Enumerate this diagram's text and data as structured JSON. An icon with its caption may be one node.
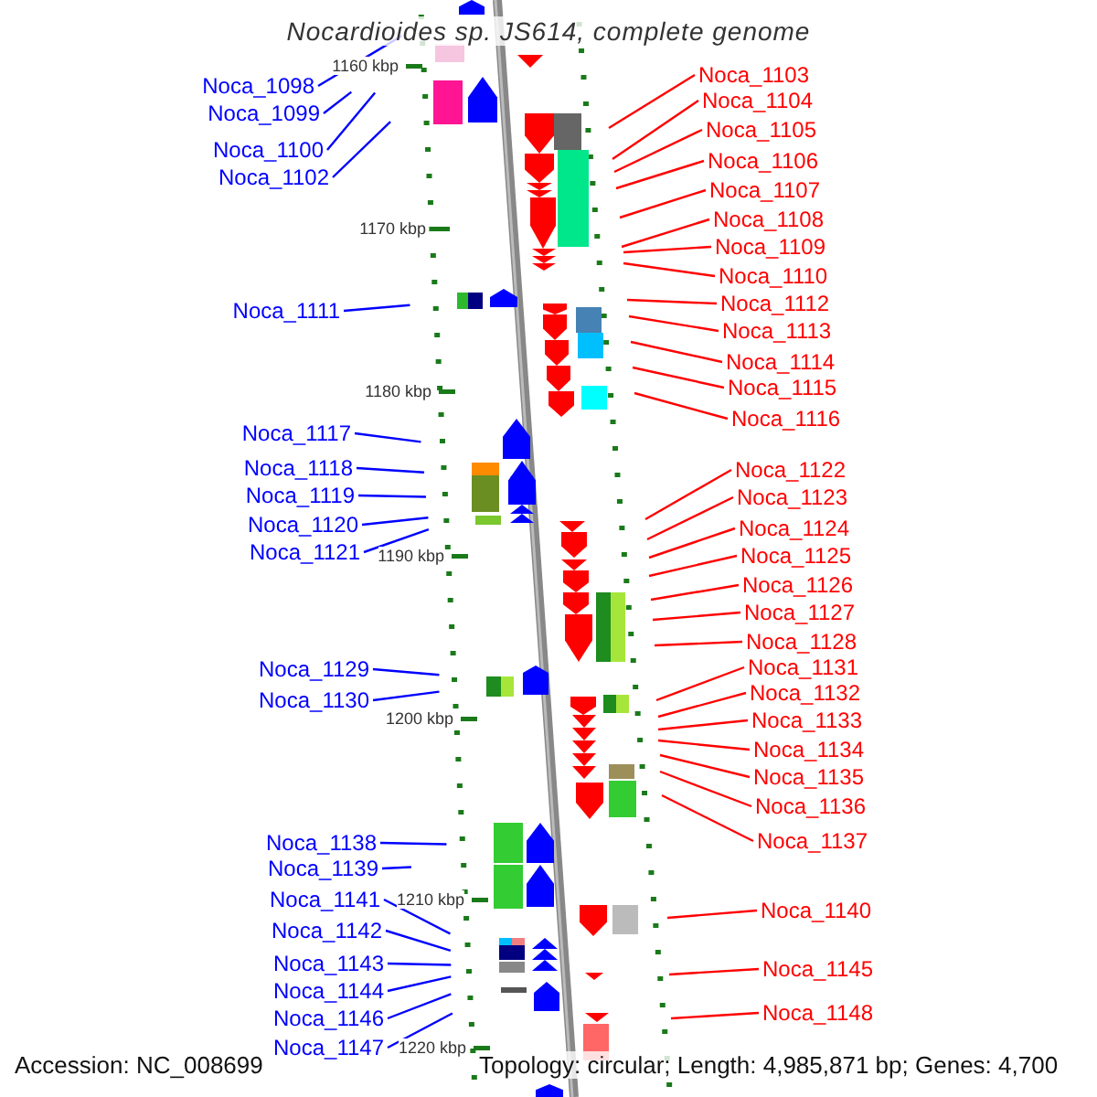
{
  "diagram": {
    "title": "Nocardioides sp. JS614, complete genome",
    "nodes": [
      {
        "text": [
          "Noca_1098"
        ]
      },
      {
        "text": [
          "Noca_1099"
        ]
      },
      {
        "text": [
          "Noca_1100"
        ]
      },
      {
        "text": [
          "Noca_1102"
        ]
      },
      {
        "text": [
          "Noca_1111"
        ]
      },
      {
        "text": [
          "Noca_1117"
        ]
      },
      {
        "text": [
          "Noca_1118"
        ]
      },
      {
        "text": [
          "Noca_1119"
        ]
      },
      {
        "text": [
          "Noca_1120"
        ]
      },
      {
        "text": [
          "Noca_1121"
        ]
      },
      {
        "text": [
          "Noca_1129"
        ]
      },
      {
        "text": [
          "Noca_1130"
        ]
      },
      {
        "text": [
          "Noca_1138"
        ]
      },
      {
        "text": [
          "Noca_1139"
        ]
      },
      {
        "text": [
          "Noca_1141"
        ]
      },
      {
        "text": [
          "Noca_1142"
        ]
      },
      {
        "text": [
          "Noca_1143"
        ]
      },
      {
        "text": [
          "Noca_1144"
        ]
      },
      {
        "text": [
          "Noca_1146"
        ]
      },
      {
        "text": [
          "Noca_1147"
        ]
      },
      {
        "text": [
          "Noca_1103"
        ]
      },
      {
        "text": [
          "Noca_1104"
        ]
      },
      {
        "text": [
          "Noca_1105"
        ]
      },
      {
        "text": [
          "Noca_1106"
        ]
      },
      {
        "text": [
          "Noca_1107"
        ]
      },
      {
        "text": [
          "Noca_1108"
        ]
      },
      {
        "text": [
          "Noca_1109"
        ]
      },
      {
        "text": [
          "Noca_1110"
        ]
      },
      {
        "text": [
          "Noca_1112"
        ]
      },
      {
        "text": [
          "Noca_1113"
        ]
      },
      {
        "text": [
          "Noca_1114"
        ]
      },
      {
        "text": [
          "Noca_1115"
        ]
      },
      {
        "text": [
          "Noca_1116"
        ]
      },
      {
        "text": [
          "Noca_1122"
        ]
      },
      {
        "text": [
          "Noca_1123"
        ]
      },
      {
        "text": [
          "Noca_1124"
        ]
      },
      {
        "text": [
          "Noca_1125"
        ]
      },
      {
        "text": [
          "Noca_1126"
        ]
      },
      {
        "text": [
          "Noca_1127"
        ]
      },
      {
        "text": [
          "Noca_1128"
        ]
      },
      {
        "text": [
          "Noca_1131"
        ]
      },
      {
        "text": [
          "Noca_1132"
        ]
      },
      {
        "text": [
          "Noca_1133"
        ]
      },
      {
        "text": [
          "Noca_1134"
        ]
      },
      {
        "text": [
          "Noca_1135"
        ]
      },
      {
        "text": [
          "Noca_1136"
        ]
      },
      {
        "text": [
          "Noca_1137"
        ]
      },
      {
        "text": [
          "Noca_1140"
        ]
      },
      {
        "text": [
          "Noca_1145"
        ]
      },
      {
        "text": [
          "Noca_1148"
        ]
      }
    ],
    "edges": [
      {
        "from": 0,
        "to": null,
        "arrow": "none",
        "color": "#0000ff"
      },
      {
        "from": 1,
        "to": null,
        "arrow": "none",
        "color": "#0000ff"
      },
      {
        "from": 2,
        "to": null,
        "arrow": "none",
        "color": "#0000ff"
      },
      {
        "from": 3,
        "to": null,
        "arrow": "none",
        "color": "#0000ff"
      },
      {
        "from": 4,
        "to": null,
        "arrow": "none",
        "color": "#0000ff"
      },
      {
        "from": 5,
        "to": null,
        "arrow": "none",
        "color": "#0000ff"
      },
      {
        "from": 6,
        "to": null,
        "arrow": "none",
        "color": "#0000ff"
      },
      {
        "from": 7,
        "to": null,
        "arrow": "none",
        "color": "#0000ff"
      },
      {
        "from": 8,
        "to": null,
        "arrow": "none",
        "color": "#0000ff"
      },
      {
        "from": 9,
        "to": null,
        "arrow": "none",
        "color": "#0000ff"
      },
      {
        "from": 10,
        "to": null,
        "arrow": "none",
        "color": "#0000ff"
      },
      {
        "from": 11,
        "to": null,
        "arrow": "none",
        "color": "#0000ff"
      },
      {
        "from": 12,
        "to": null,
        "arrow": "none",
        "color": "#0000ff"
      },
      {
        "from": 13,
        "to": null,
        "arrow": "none",
        "color": "#0000ff"
      },
      {
        "from": 14,
        "to": null,
        "arrow": "none",
        "color": "#0000ff"
      },
      {
        "from": 15,
        "to": null,
        "arrow": "none",
        "color": "#0000ff"
      },
      {
        "from": 16,
        "to": null,
        "arrow": "none",
        "color": "#0000ff"
      },
      {
        "from": 17,
        "to": null,
        "arrow": "none",
        "color": "#0000ff"
      },
      {
        "from": 18,
        "to": null,
        "arrow": "none",
        "color": "#0000ff"
      },
      {
        "from": 19,
        "to": null,
        "arrow": "none",
        "color": "#0000ff"
      },
      {
        "from": 20,
        "to": null,
        "arrow": "none"
      },
      {
        "from": 21,
        "to": null,
        "arrow": "none"
      },
      {
        "from": 22,
        "to": null,
        "arrow": "none"
      },
      {
        "from": 23,
        "to": null,
        "arrow": "none"
      },
      {
        "from": 24,
        "to": null,
        "arrow": "none"
      },
      {
        "from": 25,
        "to": null,
        "arrow": "none"
      },
      {
        "from": 26,
        "to": null,
        "arrow": "none"
      },
      {
        "from": 27,
        "to": null,
        "arrow": "none"
      },
      {
        "from": 28,
        "to": null,
        "arrow": "none"
      },
      {
        "from": 29,
        "to": null,
        "arrow": "none"
      },
      {
        "from": 30,
        "to": null,
        "arrow": "none"
      },
      {
        "from": 31,
        "to": null,
        "arrow": "none"
      },
      {
        "from": 32,
        "to": null,
        "arrow": "none"
      },
      {
        "from": 33,
        "to": null,
        "arrow": "none"
      },
      {
        "from": 34,
        "to": null,
        "arrow": "none"
      },
      {
        "from": 35,
        "to": null,
        "arrow": "none"
      },
      {
        "from": 36,
        "to": null,
        "arrow": "none"
      },
      {
        "from": 37,
        "to": null,
        "arrow": "none"
      },
      {
        "from": 38,
        "to": null,
        "arrow": "none"
      },
      {
        "from": 39,
        "to": null,
        "arrow": "none"
      },
      {
        "from": 40,
        "to": null,
        "arrow": "none"
      },
      {
        "from": 41,
        "to": null,
        "arrow": "none"
      },
      {
        "from": 42,
        "to": null,
        "arrow": "none"
      },
      {
        "from": 43,
        "to": null,
        "arrow": "none"
      },
      {
        "from": 44,
        "to": null,
        "arrow": "none"
      },
      {
        "from": 45,
        "to": null,
        "arrow": "none"
      },
      {
        "from": 46,
        "to": null,
        "arrow": "none"
      },
      {
        "from": 47,
        "to": null,
        "arrow": "none"
      },
      {
        "from": 48,
        "to": null,
        "arrow": "none"
      },
      {
        "from": 49,
        "to": null,
        "arrow": "none"
      }
    ],
    "labels": [
      "1160 kbp",
      "1170 kbp",
      "1180 kbp",
      "1190 kbp",
      "1200 kbp",
      "1210 kbp",
      "1220 kbp",
      "Accession: NC_008699",
      "Topology: circular; Length: 4,985,871 bp; Genes: 4,700"
    ]
  }
}
